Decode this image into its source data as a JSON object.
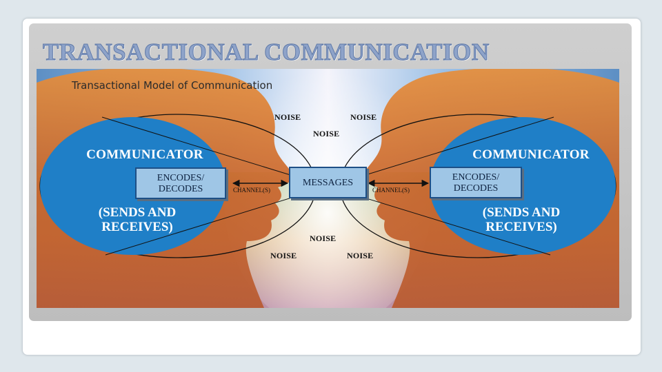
{
  "slide": {
    "title": "TRANSACTIONAL COMMUNICATION"
  },
  "figure": {
    "heading": "Transactional Model of Communication",
    "communicator_left": {
      "title": "COMMUNICATOR",
      "line1": "(SENDS AND",
      "line2": "RECEIVES)"
    },
    "communicator_right": {
      "title": "COMMUNICATOR",
      "line1": "(SENDS AND",
      "line2": "RECEIVES)"
    },
    "encodes_left": {
      "line1": "ENCODES/",
      "line2": "DECODES"
    },
    "encodes_right": {
      "line1": "ENCODES/",
      "line2": "DECODES"
    },
    "messages": "MESSAGES",
    "channel_left": "CHANNEL(S)",
    "channel_right": "CHANNEL(S)",
    "noise": [
      "NOISE",
      "NOISE",
      "NOISE",
      "NOISE",
      "NOISE",
      "NOISE"
    ],
    "colors": {
      "circle_fill": "#1f7fc7",
      "box_fill": "#9fc6e6",
      "face_orange": "#d9762a",
      "title_color": "#8ea3c9"
    }
  }
}
